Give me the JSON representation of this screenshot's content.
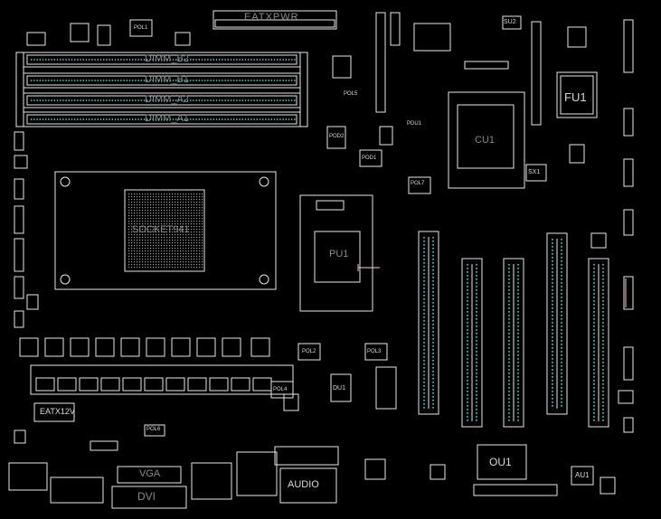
{
  "board": {
    "background": "#000000",
    "outline_color": "#e6e6e6",
    "pin_color": "#1fb5ad",
    "accent_color": "#e0a0a8"
  },
  "labels": {
    "eatxpwr": "EATXPWR",
    "dimm_b2": "DIMM_B2",
    "dimm_b1": "DIMM_B1",
    "dimm_a2": "DIMM_A2",
    "dimm_a1": "DIMM_A1",
    "socket": "SOCKET941",
    "fu1": "FU1",
    "ou1": "OU1",
    "au1": "AU1",
    "eatx12v": "EATX12V",
    "vga": "VGA",
    "dvi": "DVI",
    "audio": "AUDIO",
    "su2": "SU2",
    "pu1": "PU1",
    "du1": "DU1",
    "cu1": "CU1",
    "pol1": "POL1",
    "pol2": "POL2",
    "pol3": "POL3",
    "pol4": "POL4",
    "pol5": "POL5",
    "pol6": "POL6",
    "pol7": "POL7",
    "pod1": "POD1",
    "pod2": "POD2",
    "pdu1": "PDU1",
    "sx1": "SX1"
  }
}
